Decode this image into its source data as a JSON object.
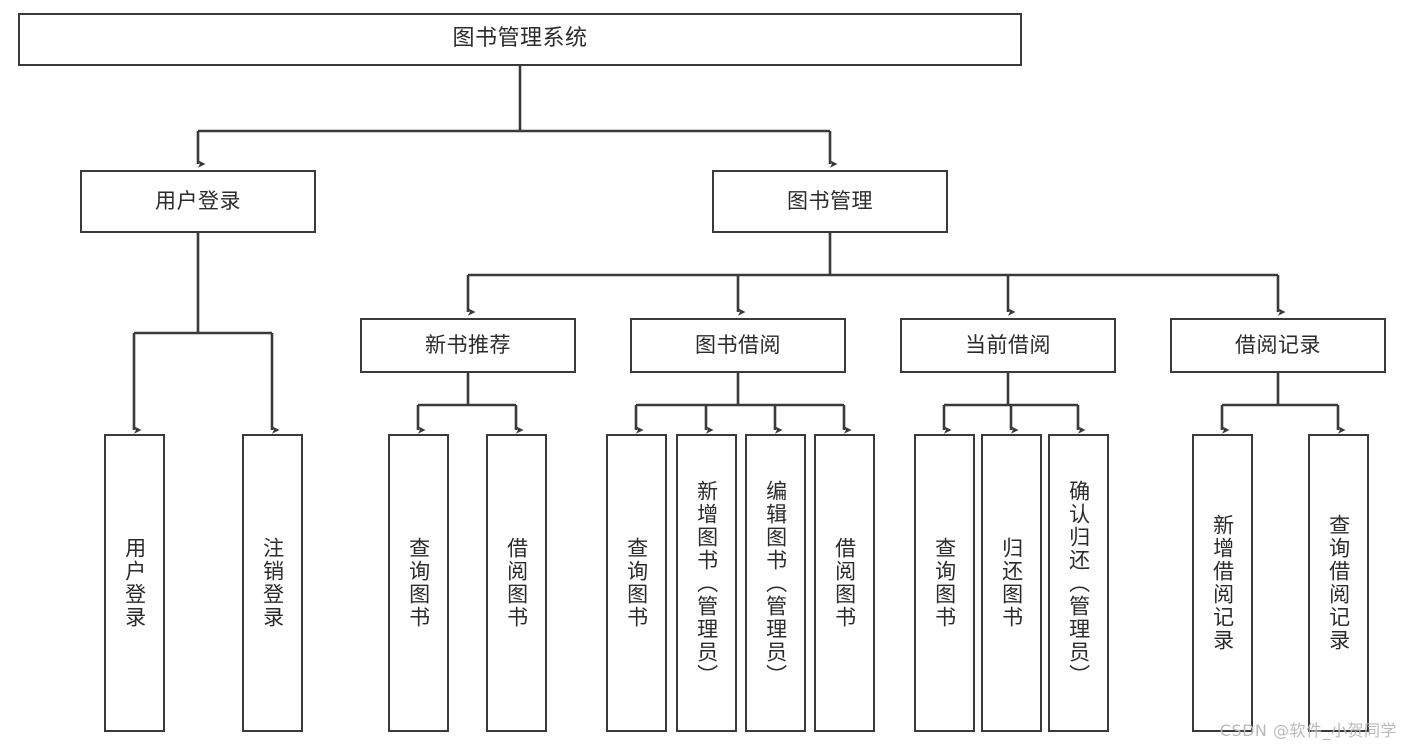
{
  "diagram": {
    "type": "tree-hierarchy-chart",
    "title": "图书管理系统",
    "line_color": "#3a3a3a",
    "box_fill": "#ffffff",
    "text_color": "#2b2b2b",
    "root": {
      "id": "root",
      "label": "图书管理系统",
      "orientation": "horizontal"
    },
    "level2": [
      {
        "id": "user-login",
        "label": "用户登录",
        "orientation": "horizontal"
      },
      {
        "id": "book-manage",
        "label": "图书管理",
        "orientation": "horizontal"
      }
    ],
    "level3": [
      {
        "id": "new-book-recommend",
        "label": "新书推荐",
        "orientation": "horizontal",
        "parent": "book-manage"
      },
      {
        "id": "book-borrow",
        "label": "图书借阅",
        "orientation": "horizontal",
        "parent": "book-manage"
      },
      {
        "id": "current-borrow",
        "label": "当前借阅",
        "orientation": "horizontal",
        "parent": "book-manage"
      },
      {
        "id": "borrow-record",
        "label": "借阅记录",
        "orientation": "horizontal",
        "parent": "book-manage"
      }
    ],
    "leaves": [
      {
        "id": "leaf-user-login",
        "label": "用户登录",
        "orientation": "vertical",
        "parent": "user-login"
      },
      {
        "id": "leaf-user-logout",
        "label": "注销登录",
        "orientation": "vertical",
        "parent": "user-login"
      },
      {
        "id": "leaf-query-book-1",
        "label": "查询图书",
        "orientation": "vertical",
        "parent": "new-book-recommend"
      },
      {
        "id": "leaf-borrow-book-1",
        "label": "借阅图书",
        "orientation": "vertical",
        "parent": "new-book-recommend"
      },
      {
        "id": "leaf-query-book-2",
        "label": "查询图书",
        "orientation": "vertical",
        "parent": "book-borrow"
      },
      {
        "id": "leaf-add-book",
        "label": "新增图书（管理员）",
        "orientation": "vertical",
        "parent": "book-borrow"
      },
      {
        "id": "leaf-edit-book",
        "label": "编辑图书（管理员）",
        "orientation": "vertical",
        "parent": "book-borrow"
      },
      {
        "id": "leaf-borrow-book-2",
        "label": "借阅图书",
        "orientation": "vertical",
        "parent": "book-borrow"
      },
      {
        "id": "leaf-query-book-3",
        "label": "查询图书",
        "orientation": "vertical",
        "parent": "current-borrow"
      },
      {
        "id": "leaf-return-book",
        "label": "归还图书",
        "orientation": "vertical",
        "parent": "current-borrow"
      },
      {
        "id": "leaf-confirm-return",
        "label": "确认归还（管理员）",
        "orientation": "vertical",
        "parent": "current-borrow"
      },
      {
        "id": "leaf-add-record",
        "label": "新增借阅记录",
        "orientation": "vertical",
        "parent": "borrow-record"
      },
      {
        "id": "leaf-query-record",
        "label": "查询借阅记录",
        "orientation": "vertical",
        "parent": "borrow-record"
      }
    ],
    "watermark": "CSDN @软件_小贺同学"
  }
}
